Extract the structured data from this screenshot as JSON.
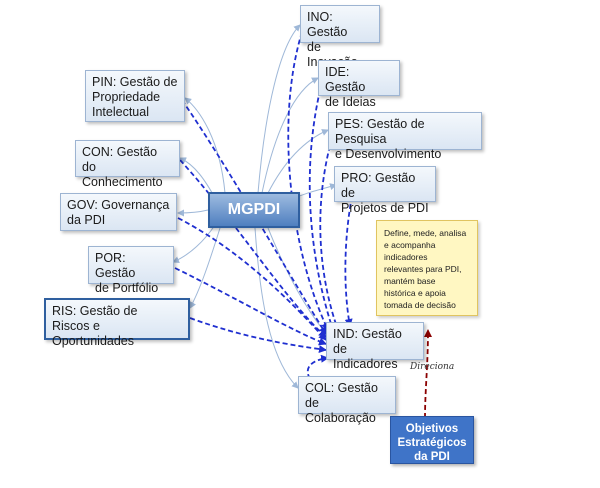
{
  "center": {
    "label": "MGPDI"
  },
  "nodes": {
    "ino": {
      "label": "INO: Gestão\nde Inovação"
    },
    "ide": {
      "label": "IDE: Gestão\nde Ideias"
    },
    "pes": {
      "label": "PES: Gestão de Pesquisa\ne Desenvolvimento"
    },
    "pro": {
      "label": "PRO: Gestão de\nProjetos de PDI"
    },
    "pin": {
      "label": "PIN: Gestão de\nPropriedade\nIntelectual"
    },
    "con": {
      "label": "CON: Gestão do\nConhecimento"
    },
    "gov": {
      "label": "GOV: Governança\nda PDI"
    },
    "por": {
      "label": "POR: Gestão\nde Portfólio"
    },
    "ris": {
      "label": "RIS: Gestão de\nRiscos e Oportunidades"
    },
    "ind": {
      "label": "IND: Gestão de\nIndicadores"
    },
    "col": {
      "label": "COL: Gestão\nde Colaboração"
    }
  },
  "note": {
    "text": "Define, mede, analisa\ne acompanha\nindicadores\nrelevantes para PDI,\nmantém base\nhistórica e apoia\ntomada de decisão"
  },
  "objectives": {
    "label": "Objetivos\nEstratégicos\nda PDI"
  },
  "relation": {
    "label": "Direciona"
  },
  "colors": {
    "solid_link": "#9fb8d8",
    "dashed_link": "#1f2fd0",
    "direciona_link": "#8b0000",
    "center_fill": "#4f7fc0",
    "note_fill": "#fff7c2"
  }
}
